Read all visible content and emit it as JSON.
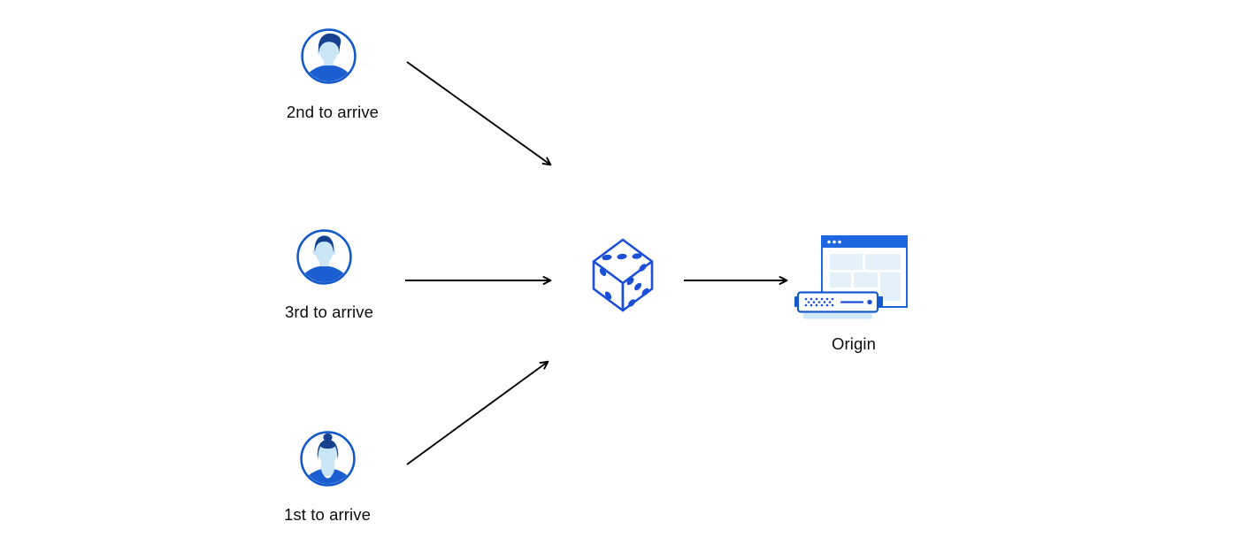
{
  "diagram": {
    "description": "Three visitors arrive in order; a dice (random selection) forwards one request to the origin server",
    "users": [
      {
        "id": "second",
        "label": "2nd to arrive",
        "icon": "user-man-avatar-icon"
      },
      {
        "id": "third",
        "label": "3rd to arrive",
        "icon": "user-man-short-hair-avatar-icon"
      },
      {
        "id": "first",
        "label": "1st to arrive",
        "icon": "user-woman-avatar-icon"
      }
    ],
    "randomizer": {
      "id": "dice",
      "icon": "dice-icon"
    },
    "origin": {
      "id": "origin",
      "label": "Origin",
      "icon": "origin-server-browser-icon"
    },
    "connections": [
      {
        "from": "second",
        "to": "dice"
      },
      {
        "from": "third",
        "to": "dice"
      },
      {
        "from": "first",
        "to": "dice"
      },
      {
        "from": "dice",
        "to": "origin"
      }
    ],
    "colors": {
      "avatar_ring_blue": "#1459c9",
      "hair_dark_blue": "#16418f",
      "skin_light_blue": "#cae5f6",
      "shirt_blue": "#1b5ed2",
      "dice_blue": "#1c4fd6",
      "window_blue": "#1e66df",
      "panel_light_blue": "#e4f0fa",
      "server_base_light_blue": "#cfe8f8",
      "arrow_black": "#000000",
      "label_text": "#0d0d0f",
      "background": "#ffffff"
    }
  }
}
